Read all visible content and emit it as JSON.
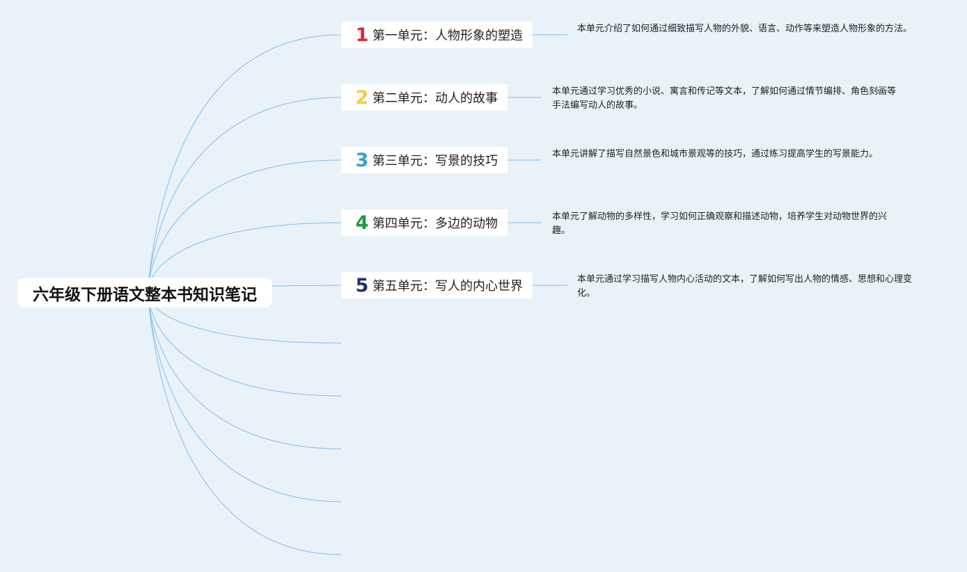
{
  "root": {
    "title": "六年级下册语文整本书知识笔记"
  },
  "colors": {
    "background": "#e9f1f9",
    "link": "#7cc3ea",
    "node": "#ffffff"
  },
  "topics": [
    {
      "number": "1",
      "number_color": "#e0283c",
      "label": "第一单元：人物形象的塑造",
      "description": "本单元介绍了如何通过细致描写人物的外貌、语言、动作等来塑造人物形象的方法。"
    },
    {
      "number": "2",
      "number_color": "#f2cd43",
      "label": "第二单元：动人的故事",
      "description": "本单元通过学习优秀的小说、寓言和传记等文本，了解如何通过情节编排、角色刻画等手法编写动人的故事。"
    },
    {
      "number": "3",
      "number_color": "#2f9fd8",
      "label": "第三单元：写景的技巧",
      "description": "本单元讲解了描写自然景色和城市景观等的技巧，通过练习提高学生的写景能力。"
    },
    {
      "number": "4",
      "number_color": "#1e9a3e",
      "label": "第四单元：多边的动物",
      "description": "本单元了解动物的多样性，学习如何正确观察和描述动物，培养学生对动物世界的兴趣。"
    },
    {
      "number": "5",
      "number_color": "#1f2f6e",
      "label": "第五单元：写人的内心世界",
      "description": "本单元通过学习描写人物内心活动的文本，了解如何写出人物的情感、思想和心理变化。"
    }
  ],
  "empty_branch_count": 5
}
